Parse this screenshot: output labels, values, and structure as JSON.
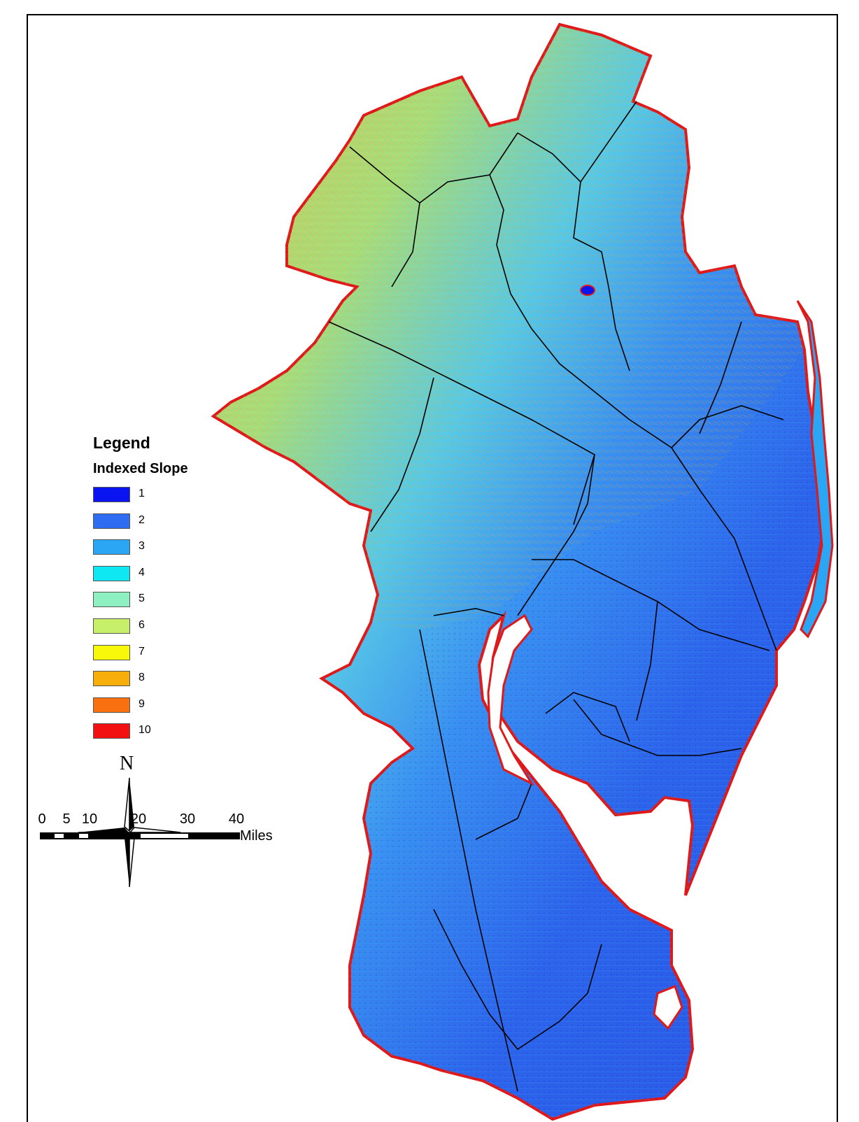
{
  "legend": {
    "title": "Legend",
    "subtitle": "Indexed Slope",
    "classes": [
      {
        "label": "1",
        "color": "#0a14f0"
      },
      {
        "label": "2",
        "color": "#2e6cf2"
      },
      {
        "label": "3",
        "color": "#2aa6f5"
      },
      {
        "label": "4",
        "color": "#0ee8f2"
      },
      {
        "label": "5",
        "color": "#8ef0c0"
      },
      {
        "label": "6",
        "color": "#c8ef6a"
      },
      {
        "label": "7",
        "color": "#f8f80a"
      },
      {
        "label": "8",
        "color": "#f8ae0a"
      },
      {
        "label": "9",
        "color": "#f87010"
      },
      {
        "label": "10",
        "color": "#f21010"
      }
    ]
  },
  "north_arrow": {
    "letter": "N",
    "icon": "compass-rose-icon"
  },
  "scale_bar": {
    "ticks": [
      "0",
      "5",
      "10",
      "20",
      "30",
      "40"
    ],
    "units": "Miles"
  },
  "map": {
    "boundary_color": "#e01818",
    "county_line_color": "#000000",
    "high_slope_region_color": "#b9e07a",
    "low_slope_region_color": "#2d63ea"
  }
}
